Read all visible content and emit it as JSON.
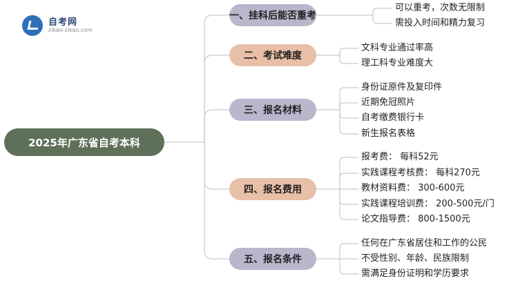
{
  "logo": {
    "name": "自考网",
    "url": "zikao-zikao.com"
  },
  "root": "2025年广东省自考本科",
  "branches": [
    {
      "label": "一、挂科后能否重考",
      "color": "#b9b7cc",
      "leaves": [
        "可以重考，次数无限制",
        "需投入时间和精力复习"
      ]
    },
    {
      "label": "二、考试难度",
      "color": "#e8bfa7",
      "leaves": [
        "文科专业通过率高",
        "理工科专业难度大"
      ]
    },
    {
      "label": "三、报名材料",
      "color": "#b9b7cc",
      "leaves": [
        "身份证原件及复印件",
        "近期免冠照片",
        "自考缴费银行卡",
        "新生报名表格"
      ]
    },
    {
      "label": "四、报名费用",
      "color": "#e8bfa7",
      "leaves": [
        "报考费：  每科52元",
        "实践课程考核费：  每科270元",
        "教材资料费：  300-600元",
        "实践课程培训费：  200-500元/门",
        "论文指导费：  800-1500元"
      ]
    },
    {
      "label": "五、报名条件",
      "color": "#b9b7cc",
      "leaves": [
        "任何在广东省居住和工作的公民",
        "不受性别、年龄、民族限制",
        "需满足身份证明和学历要求"
      ]
    }
  ]
}
